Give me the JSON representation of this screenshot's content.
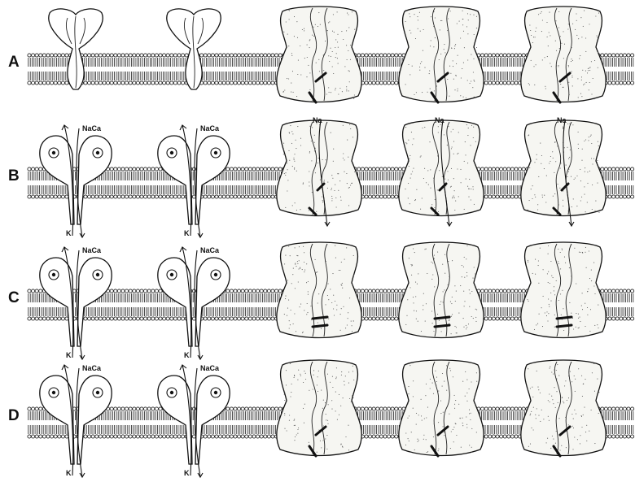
{
  "rows": [
    {
      "label": "A",
      "carrier_labels": false,
      "channel_label": false
    },
    {
      "label": "B",
      "carrier_labels": true,
      "channel_label": true
    },
    {
      "label": "C",
      "carrier_labels": true,
      "channel_label": false
    },
    {
      "label": "D",
      "carrier_labels": true,
      "channel_label": false
    }
  ],
  "ions": {
    "top": "NaCa",
    "bottom": "K",
    "channel": "Na"
  }
}
